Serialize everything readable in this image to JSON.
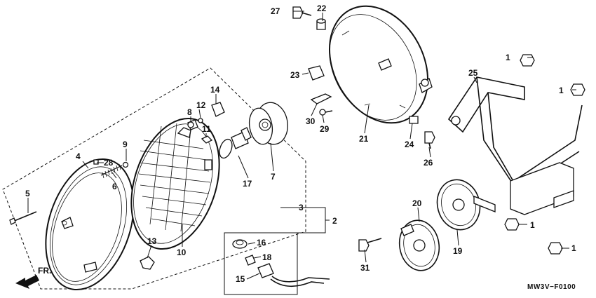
{
  "diagram": {
    "code": "MW3V−F0100",
    "front_label": "FR.",
    "callouts": [
      {
        "id": "c1a",
        "text": "1"
      },
      {
        "id": "c1b",
        "text": "1"
      },
      {
        "id": "c1c",
        "text": "1"
      },
      {
        "id": "c1d",
        "text": "1"
      },
      {
        "id": "c2",
        "text": "2"
      },
      {
        "id": "c3",
        "text": "3"
      },
      {
        "id": "c4",
        "text": "4"
      },
      {
        "id": "c5",
        "text": "5"
      },
      {
        "id": "c6",
        "text": "6"
      },
      {
        "id": "c7",
        "text": "7"
      },
      {
        "id": "c8",
        "text": "8"
      },
      {
        "id": "c9",
        "text": "9"
      },
      {
        "id": "c10",
        "text": "10"
      },
      {
        "id": "c11",
        "text": "11"
      },
      {
        "id": "c12",
        "text": "12"
      },
      {
        "id": "c13",
        "text": "13"
      },
      {
        "id": "c14",
        "text": "14"
      },
      {
        "id": "c15",
        "text": "15"
      },
      {
        "id": "c16",
        "text": "16"
      },
      {
        "id": "c17",
        "text": "17"
      },
      {
        "id": "c18",
        "text": "18"
      },
      {
        "id": "c19",
        "text": "19"
      },
      {
        "id": "c20",
        "text": "20"
      },
      {
        "id": "c21",
        "text": "21"
      },
      {
        "id": "c22",
        "text": "22"
      },
      {
        "id": "c23",
        "text": "23"
      },
      {
        "id": "c24",
        "text": "24"
      },
      {
        "id": "c25",
        "text": "25"
      },
      {
        "id": "c26",
        "text": "26"
      },
      {
        "id": "c27",
        "text": "27"
      },
      {
        "id": "c28",
        "text": "28"
      },
      {
        "id": "c29",
        "text": "29"
      },
      {
        "id": "c30",
        "text": "30"
      },
      {
        "id": "c31",
        "text": "31"
      }
    ]
  }
}
